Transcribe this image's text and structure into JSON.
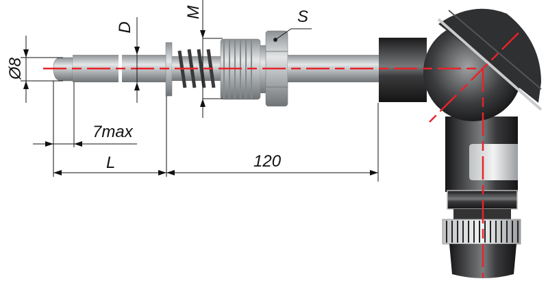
{
  "diagram": {
    "labels": {
      "diameter": "Ø8",
      "probe_diameter": "D",
      "thread": "M",
      "hex_size": "S",
      "tip_length": "7max",
      "immersion_length": "L",
      "neck_length": "120"
    },
    "colors": {
      "axis": "#e8232a",
      "metal": "#a9adb0",
      "head": "#2a2a2c"
    }
  }
}
